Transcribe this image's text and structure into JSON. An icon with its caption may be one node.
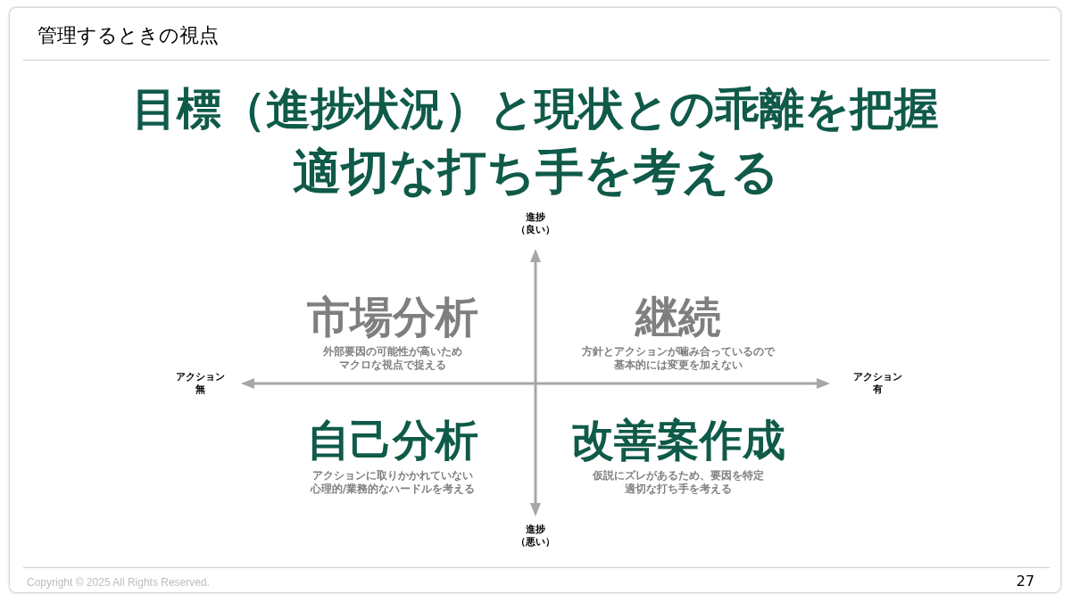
{
  "diagram": {
    "title": "管理するときの視点",
    "labels": [
      "目標（進捗状況）と現状との乖離を把握",
      "適切な打ち手を考える",
      "進捗（良い）",
      "市場分析",
      "外部要因の可能性が高いためマクロな視点で捉える",
      "継続",
      "方針とアクションが噛み合っているので基本的には変更を加えない",
      "アクション無",
      "アクション有",
      "自己分析",
      "アクションに取りかかれていない心理的/業務的なハードルを考える",
      "改善案作成",
      "仮説にズレがあるため、要因を特定適切な打ち手を考える",
      "進捗（悪い）",
      "Copyright © 2025 All Rights Reserved.",
      "27"
    ]
  }
}
